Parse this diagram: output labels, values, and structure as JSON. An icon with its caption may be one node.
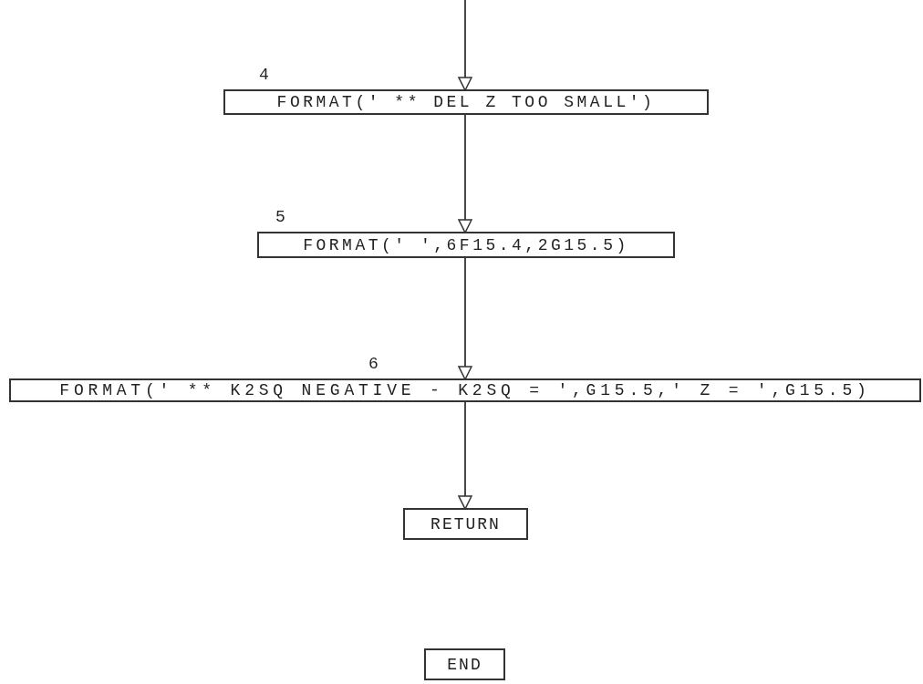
{
  "diagram": {
    "nodes": [
      {
        "text": [
          "FORMAT(' ** DEL Z TOO SMALL')"
        ],
        "beside": [
          "4"
        ]
      },
      {
        "text": [
          "FORMAT(' ',6F15.4,2G15.5)"
        ],
        "beside": [
          "5"
        ]
      },
      {
        "text": [
          "FORMAT(' ** K2SQ NEGATIVE - K2SQ = ',G15.5,' Z = ',G15.5)"
        ],
        "beside": [
          "6"
        ]
      },
      {
        "text": [
          "RETURN"
        ]
      },
      {
        "text": [
          "END"
        ]
      }
    ],
    "edges": [
      {
        "from": null,
        "to": 0,
        "arrow": "to"
      },
      {
        "from": 0,
        "to": 1,
        "arrow": "to"
      },
      {
        "from": 1,
        "to": 2,
        "arrow": "to"
      },
      {
        "from": 2,
        "to": 3,
        "arrow": "to"
      }
    ]
  }
}
